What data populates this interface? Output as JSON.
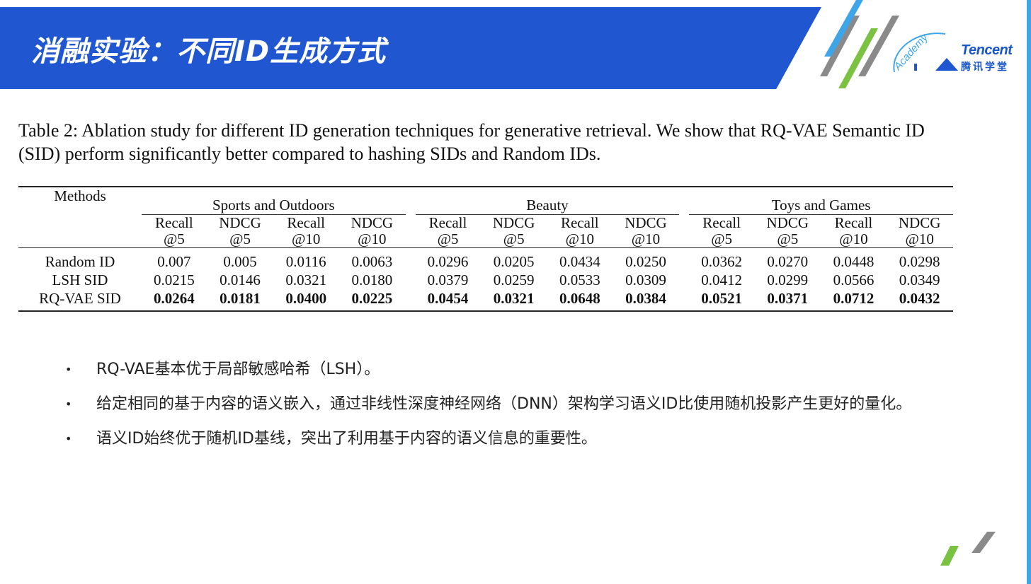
{
  "header": {
    "title": "消融实验：不同ID生成方式",
    "logo_en": "Tencent",
    "logo_cn": "腾讯学堂",
    "logo_arc": "Academy",
    "colors": {
      "band": "#2057d1",
      "stripe_grey": "#8a8a8a",
      "stripe_green": "#7cc242",
      "stripe_blue": "#3ea6e8"
    }
  },
  "caption": "Table 2: Ablation study for different ID generation techniques for generative retrieval. We show that RQ-VAE Semantic ID (SID) perform significantly better compared to hashing SIDs and Random IDs.",
  "table": {
    "methods_header": "Methods",
    "groups": [
      "Sports and Outdoors",
      "Beauty",
      "Toys and Games"
    ],
    "metrics": [
      {
        "l1": "Recall",
        "l2": "@5"
      },
      {
        "l1": "NDCG",
        "l2": "@5"
      },
      {
        "l1": "Recall",
        "l2": "@10"
      },
      {
        "l1": "NDCG",
        "l2": "@10"
      }
    ],
    "rows": [
      {
        "method": "Random ID",
        "bold": false,
        "values": [
          "0.007",
          "0.005",
          "0.0116",
          "0.0063",
          "0.0296",
          "0.0205",
          "0.0434",
          "0.0250",
          "0.0362",
          "0.0270",
          "0.0448",
          "0.0298"
        ]
      },
      {
        "method": "LSH SID",
        "bold": false,
        "values": [
          "0.0215",
          "0.0146",
          "0.0321",
          "0.0180",
          "0.0379",
          "0.0259",
          "0.0533",
          "0.0309",
          "0.0412",
          "0.0299",
          "0.0566",
          "0.0349"
        ]
      },
      {
        "method": "RQ-VAE SID",
        "bold": true,
        "values": [
          "0.0264",
          "0.0181",
          "0.0400",
          "0.0225",
          "0.0454",
          "0.0321",
          "0.0648",
          "0.0384",
          "0.0521",
          "0.0371",
          "0.0712",
          "0.0432"
        ]
      }
    ]
  },
  "bullets": [
    {
      "marker": "•",
      "text": "RQ-VAE基本优于局部敏感哈希（LSH）。"
    },
    {
      "marker": "•",
      "text": "给定相同的基于内容的语义嵌入，通过非线性深度神经网络（DNN）架构学习语义ID比使用随机投影产生更好的量化。"
    },
    {
      "marker": "•",
      "text": "语义ID始终优于随机ID基线，突出了利用基于内容的语义信息的重要性。"
    }
  ]
}
